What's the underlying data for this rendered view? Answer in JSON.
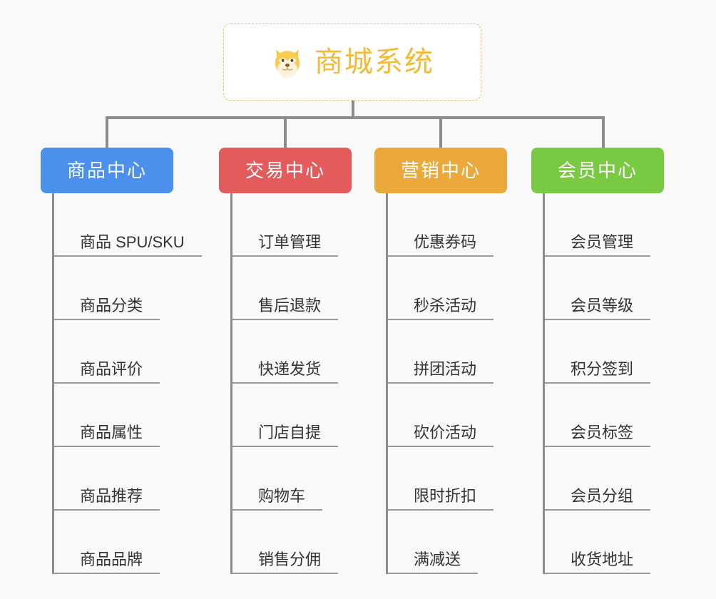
{
  "page": {
    "background_color": "#f9f9f9",
    "line_color": "#8c8c8c",
    "leaf_rule_color": "#9a9a9a"
  },
  "root": {
    "title": "商城系统",
    "icon": "dog-face-icon",
    "text_color": "#f5b935",
    "border_color": "#f0c060",
    "background_color": "#ffffff"
  },
  "columns": [
    {
      "id": "product-center",
      "label": "商品中心",
      "color": "#4a90ec",
      "leaves": [
        "商品 SPU/SKU",
        "商品分类",
        "商品评价",
        "商品属性",
        "商品推荐",
        "商品品牌"
      ]
    },
    {
      "id": "trade-center",
      "label": "交易中心",
      "color": "#e35b5b",
      "leaves": [
        "订单管理",
        "售后退款",
        "快递发货",
        "门店自提",
        "购物车",
        "销售分佣"
      ]
    },
    {
      "id": "marketing-center",
      "label": "营销中心",
      "color": "#eaa93a",
      "leaves": [
        "优惠券码",
        "秒杀活动",
        "拼团活动",
        "砍价活动",
        "限时折扣",
        "满减送"
      ]
    },
    {
      "id": "member-center",
      "label": "会员中心",
      "color": "#7ac943",
      "leaves": [
        "会员管理",
        "会员等级",
        "积分签到",
        "会员标签",
        "会员分组",
        "收货地址"
      ]
    }
  ]
}
